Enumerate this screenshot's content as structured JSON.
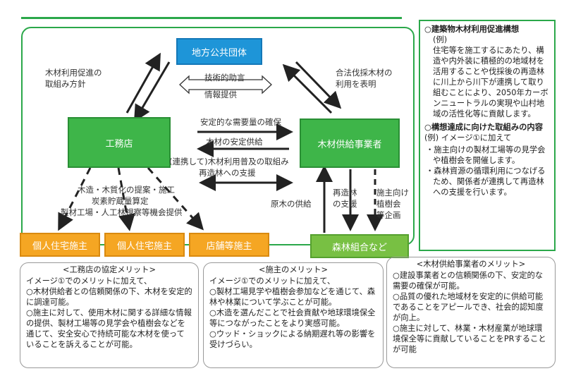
{
  "nodes": {
    "gov": "地方公共団体",
    "contractor": "工務店",
    "supplier": "木材供給事業者",
    "client1": "個人住宅施主",
    "client2": "個人住宅施主",
    "client3": "店舗等施主",
    "forest": "森林組合など"
  },
  "edges": {
    "gov_policy_1": "木材利用促進の",
    "gov_policy_2": "取組み方針",
    "tech_1": "技術的助言",
    "tech_2": "情報提供",
    "supplier_gov_1": "合法伐採木材の",
    "supplier_gov_2": "利用を表明",
    "demand": "安定的な需要量の確保",
    "supply": "木材の安定供給",
    "collab_1": "(連携して)木材利用普及の取組み",
    "collab_2": "再造林への支援",
    "proposal_1": "木造・木質化の提案・施工",
    "proposal_2": "炭素貯蔵量算定",
    "proposal_3": "製材工場・人工林視察等機会提供",
    "log_supply": "原木の供給",
    "reforest_1": "再造林",
    "reforest_2": "の支援",
    "events_1": "施主向け",
    "events_2": "植樹会",
    "events_3": "等企画"
  },
  "side": {
    "title": "○建築物木材利用促進構想",
    "example": "(例)",
    "body": "住宅等を施工するにあたり、構造や内外装に積極的の地域材を活用することや伐採後の再造林に川上から川下が連携して取り組むことにより、2050年カーボンニュートラルの実現や山村地域の活性化等に貢献します。",
    "section2": "○構想達成に向けた取組みの内容",
    "section2_example": "(例) イメージ①に加えて",
    "bullet1": "・施主向けの製材工場等の見学会や植樹会を開催します。",
    "bullet2": "・森林資源の循環利用につなげるため、関係者が連携して再造林への支援を行います。"
  },
  "merits": {
    "contractor": {
      "title": "<工務店の協定メリット>",
      "line1": "イメージ①でのメリットに加えて、",
      "line2": "○木材供給者との信頼関係の下、木材を安定的に調達可能。",
      "line3": "○施主に対して、使用木材に関する詳細な情報の提供、製材工場等の見学会や植樹会などを通じて、安全安心で持続可能な木材を使っていることを訴えることが可能。"
    },
    "client": {
      "title": "<施主のメリット>",
      "line1": "イメージ①でのメリットに加えて、",
      "line2": "○製材工場見学や植樹会参加などを通じて、森林や林業について学ぶことが可能。",
      "line3": "○木造を選んだことで社会貢献や地球環境保全等につながったことをより実感可能。",
      "line4": "○ウッド・ショックによる納期遅れ等の影響を受けづらい。"
    },
    "supplier": {
      "title": "<木材供給事業者のメリット>",
      "line1": "○建設事業者との信頼関係の下、安定的な需要の確保が可能。",
      "line2": "○品質の優れた地域材を安定的に供給可能であることをアピールでき、社会的認知度が向上。",
      "line3": "○施主に対して、林業・木材産業が地球環境保全等に貢献していることをPRすることが可能"
    }
  },
  "colors": {
    "green": "#2ba84a",
    "blue": "#1e95d8",
    "orange": "#f5a623"
  }
}
